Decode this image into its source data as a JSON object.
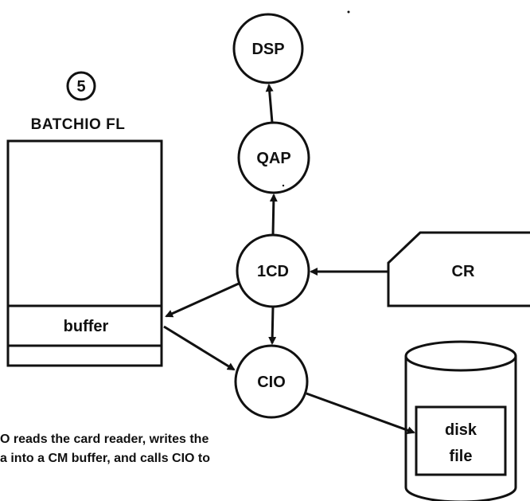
{
  "diagram": {
    "step_number": "5",
    "fl_title": "BATCHIO FL",
    "buffer_label": "buffer",
    "nodes": {
      "dsp": "DSP",
      "qap": "QAP",
      "icd": "1CD",
      "cio": "CIO",
      "cr": "CR"
    },
    "disk_label_line1": "disk",
    "disk_label_line2": "file"
  },
  "caption": {
    "lines": [
      "O reads the card reader, writes the",
      "a into a CM buffer, and calls CIO to",
      ""
    ]
  }
}
